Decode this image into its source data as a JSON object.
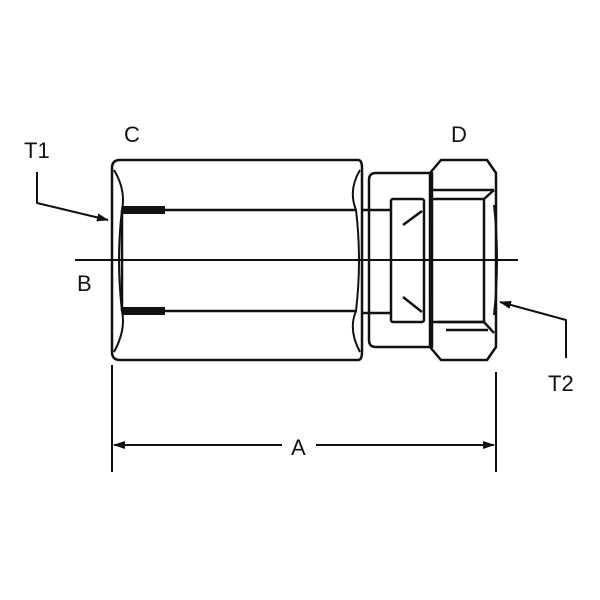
{
  "labels": {
    "t1": "T1",
    "c": "C",
    "d": "D",
    "b": "B",
    "t2": "T2",
    "a": "A"
  },
  "colors": {
    "line": "#111111",
    "background": "#ffffff"
  }
}
